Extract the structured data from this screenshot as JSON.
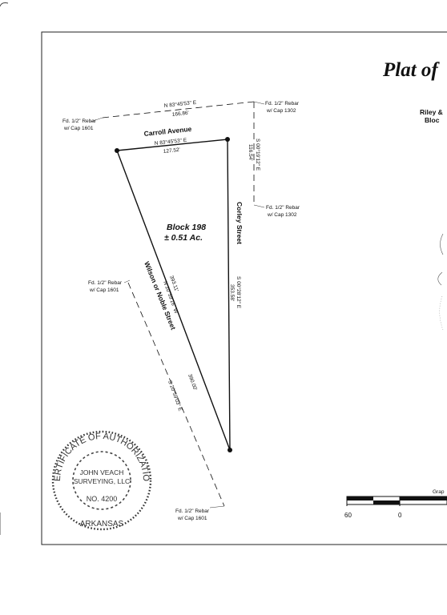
{
  "title": "Plat of",
  "subtitle_line1": "Riley & ",
  "subtitle_line2": "Bloc",
  "street_carroll": "Carroll   Avenue",
  "street_corley": "Corley   Street",
  "street_wilson": "Wilson  or  Noble  Street",
  "block_name": "Block 198",
  "block_area": "± 0.51 Ac.",
  "bearings": {
    "top_outer": "N 83°45'53\" E",
    "top_outer_dist": "166.86'",
    "top_inner": "N 83°45'53\" E",
    "top_inner_dist": "127.52'",
    "right_outer": "S 00°19'12\" E",
    "right_outer_dist": "116.54'",
    "right_inner": "S 00°28'12\" E",
    "right_inner_dist": "353.58'",
    "left_inner": "N 20°59'16\" W",
    "left_inner_dist": "393.11'",
    "left_outer": "S 20°59'03\" E",
    "left_outer_dist": "390.00'"
  },
  "monuments": [
    {
      "line1": "Fd. 1/2\" Rebar",
      "line2": "w/ Cap 1601"
    },
    {
      "line1": "Fd. 1/2\" Rebar",
      "line2": "w/ Cap 1302"
    },
    {
      "line1": "Fd. 1/2\" Rebar",
      "line2": "w/ Cap 1302"
    },
    {
      "line1": "Fd. 1/2\" Rebar",
      "line2": "w/ Cap 1601"
    },
    {
      "line1": "Fd. 1/2\" Rebar",
      "line2": "w/ Cap 1601"
    }
  ],
  "seal": {
    "outer_text": "CERTIFICATE OF AUTHORIZATION",
    "line1": "JOHN VEACH",
    "line2": "SURVEYING, LLC",
    "number": "NO. 4200",
    "state": "ARKANSAS"
  },
  "scale": {
    "label": "Grap",
    "tick_left": "60",
    "tick_mid": "0"
  },
  "colors": {
    "ink": "#111111",
    "frame": "#222222",
    "seal": "#333333"
  }
}
